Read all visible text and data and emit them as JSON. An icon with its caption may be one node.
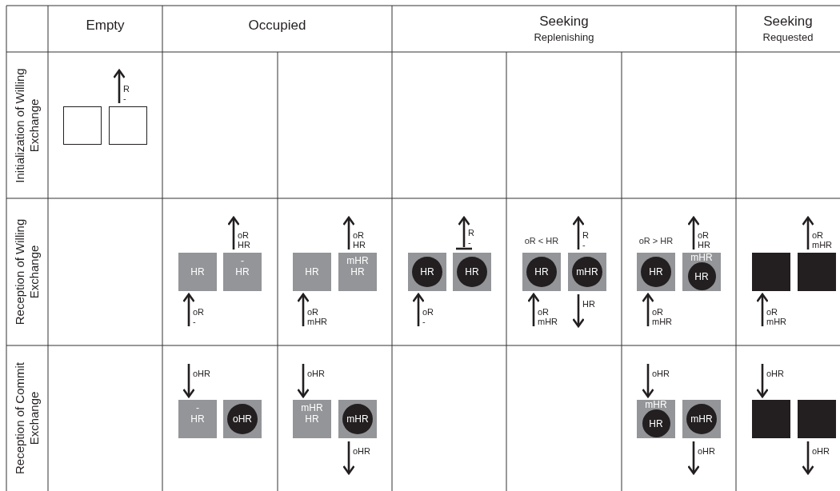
{
  "diagram": {
    "nodes": [
      {
        "text": [],
        "shape": "box"
      },
      {
        "text": [],
        "shape": "box"
      },
      {
        "text": [
          "HR"
        ]
      },
      {
        "text": [
          "-",
          "HR"
        ]
      },
      {
        "text": [
          "HR"
        ]
      },
      {
        "text": [
          "mHR",
          "HR"
        ]
      },
      {
        "text": [],
        "shape": "box"
      },
      {
        "text": [
          "HR"
        ],
        "in": 6
      },
      {
        "text": [],
        "shape": "box"
      },
      {
        "text": [
          "HR"
        ],
        "in": 8
      },
      {
        "text": [],
        "shape": "box",
        "beside": [
          "oR < HR"
        ]
      },
      {
        "text": [
          "HR"
        ],
        "in": 10
      },
      {
        "text": [],
        "shape": "box"
      },
      {
        "text": [
          "mHR"
        ],
        "in": 12
      },
      {
        "text": [],
        "shape": "box",
        "beside": [
          "oR > HR"
        ]
      },
      {
        "text": [
          "HR"
        ],
        "in": 14
      },
      {
        "text": [
          "mHR"
        ]
      },
      {
        "text": [
          "HR"
        ],
        "in": 16
      },
      {
        "text": [],
        "shape": "box"
      },
      {
        "text": [],
        "shape": "box"
      },
      {
        "text": [
          "-",
          "HR"
        ]
      },
      {
        "text": [],
        "shape": "box"
      },
      {
        "text": [
          "oHR"
        ],
        "in": 21
      },
      {
        "text": [
          "mHR",
          "HR"
        ]
      },
      {
        "text": [],
        "shape": "box"
      },
      {
        "text": [
          "mHR"
        ],
        "in": 24
      },
      {
        "text": [
          "mHR"
        ]
      },
      {
        "text": [
          "HR"
        ],
        "in": 26
      },
      {
        "text": [],
        "shape": "box"
      },
      {
        "text": [
          "mHR"
        ],
        "in": 28
      },
      {
        "text": [],
        "shape": "box"
      },
      {
        "text": [],
        "shape": "box"
      }
    ],
    "edges": [
      {
        "from": 1,
        "to": null,
        "arrow": "to",
        "label": "R -"
      },
      {
        "from": null,
        "to": 2,
        "arrow": "to",
        "label": "oR -"
      },
      {
        "from": 3,
        "to": null,
        "arrow": "to",
        "label": "oR HR"
      },
      {
        "from": null,
        "to": 4,
        "arrow": "to",
        "label": "oR mHR"
      },
      {
        "from": 5,
        "to": null,
        "arrow": "to",
        "label": "oR HR"
      },
      {
        "from": null,
        "to": 6,
        "arrow": "to",
        "label": "oR -"
      },
      {
        "from": 8,
        "to": null,
        "arrow": "to",
        "label": "R -"
      },
      {
        "from": null,
        "to": 10,
        "arrow": "to",
        "label": "oR mHR"
      },
      {
        "from": 12,
        "to": null,
        "arrow": "to",
        "label": "R -"
      },
      {
        "from": 12,
        "to": null,
        "arrow": "to",
        "label": "HR"
      },
      {
        "from": null,
        "to": 14,
        "arrow": "to",
        "label": "oR mHR"
      },
      {
        "from": 16,
        "to": null,
        "arrow": "to",
        "label": "oR HR"
      },
      {
        "from": null,
        "to": 18,
        "arrow": "to",
        "label": "oR mHR"
      },
      {
        "from": 19,
        "to": null,
        "arrow": "to",
        "label": "oR mHR"
      },
      {
        "from": null,
        "to": 20,
        "arrow": "to",
        "label": "oHR"
      },
      {
        "from": null,
        "to": 23,
        "arrow": "to",
        "label": "oHR"
      },
      {
        "from": 24,
        "to": null,
        "arrow": "to",
        "label": "oHR"
      },
      {
        "from": null,
        "to": 26,
        "arrow": "to",
        "label": "oHR"
      },
      {
        "from": 28,
        "to": null,
        "arrow": "to",
        "label": "oHR"
      },
      {
        "from": null,
        "to": 30,
        "arrow": "to",
        "label": "oHR"
      },
      {
        "from": 31,
        "to": null,
        "arrow": "to",
        "label": "oHR"
      }
    ],
    "labels": [
      "Empty",
      "Occupied",
      "Seeking",
      "Replenishing",
      "Seeking",
      "Requested",
      "Initialization of Willing Exchange",
      "Reception of Willing Exchange",
      "Reception of Commit Exchange"
    ]
  }
}
